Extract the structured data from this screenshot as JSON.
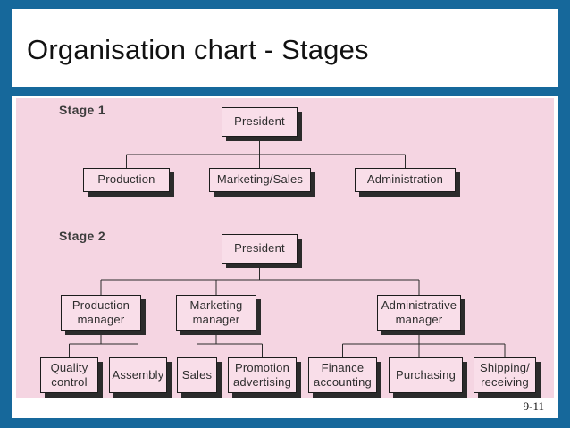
{
  "slide": {
    "title": "Organisation chart - Stages",
    "page_number": "9-11"
  },
  "chart": {
    "stage1": {
      "label": "Stage 1",
      "tree": {
        "root": "President",
        "children": [
          "Production",
          "Marketing/Sales",
          "Administration"
        ]
      }
    },
    "stage2": {
      "label": "Stage 2",
      "tree": {
        "root": "President",
        "children": [
          {
            "label": "Production\nmanager",
            "children": [
              "Quality\ncontrol",
              "Assembly"
            ]
          },
          {
            "label": "Marketing\nmanager",
            "children": [
              "Sales",
              "Promotion\nadvertising"
            ]
          },
          {
            "label": "Administrative\nmanager",
            "children": [
              "Finance\naccounting",
              "Purchasing",
              "Shipping/\nreceiving"
            ]
          }
        ]
      }
    }
  },
  "colors": {
    "frame_blue": "#16689B",
    "panel_pink": "#F5D5E2",
    "node_fill": "#F9DEE9",
    "node_shadow": "#2B2B2B",
    "connector_line": "#2A2A2A"
  }
}
